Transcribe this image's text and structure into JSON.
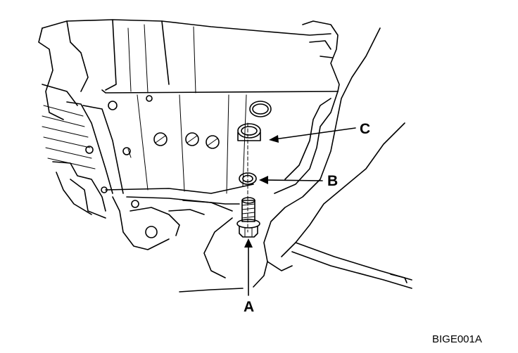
{
  "labels": {
    "a": "A",
    "b": "B",
    "c": "C"
  },
  "figure_code": "BIGE001A"
}
